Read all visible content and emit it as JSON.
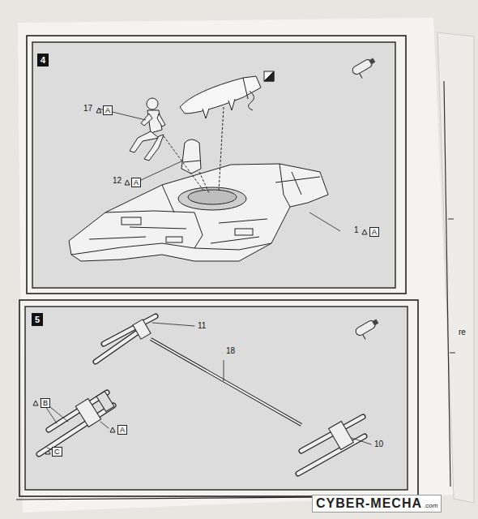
{
  "diagram": {
    "nodes": [
      {
        "text": [
          "4"
        ]
      },
      {
        "text": [
          "A"
        ]
      },
      {
        "text": [
          "A"
        ]
      },
      {
        "text": [
          "A"
        ]
      },
      {
        "text": [
          "5"
        ]
      },
      {
        "text": [
          "B"
        ]
      },
      {
        "text": [
          "A"
        ]
      },
      {
        "text": [
          "C"
        ]
      },
      {
        "text": [
          "CYBER-MECHA",
          ".com"
        ]
      }
    ],
    "labels": [
      "17",
      "12",
      "1",
      "11",
      "18",
      "10",
      "re"
    ]
  }
}
